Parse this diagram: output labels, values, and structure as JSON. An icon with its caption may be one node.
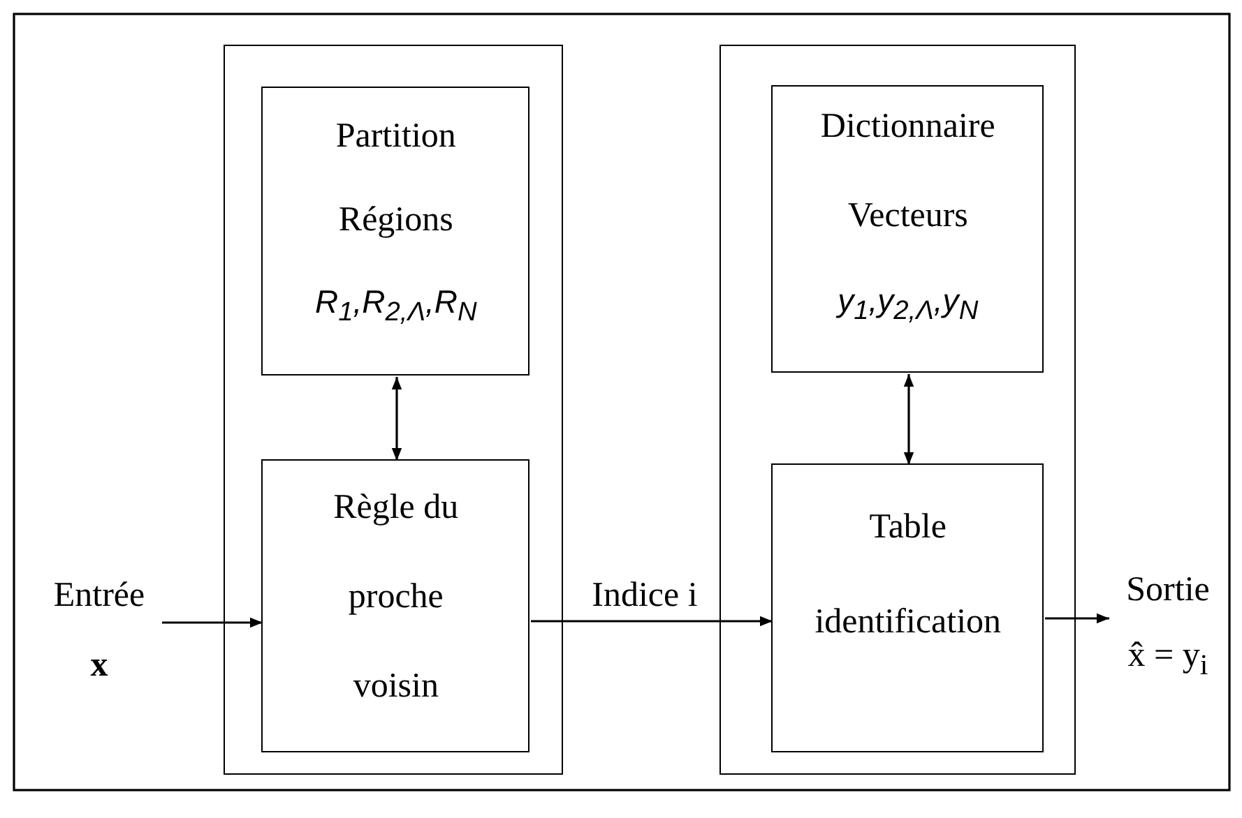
{
  "diagram": {
    "nodes": [
      {
        "text": [],
        "shape": "box"
      },
      {
        "text": [
          "Partition",
          "Régions",
          "R$_{1}$,R$_{2,Λ}$,R$_{N}$"
        ],
        "in": 0
      },
      {
        "text": [
          "Règle du proche voisin"
        ],
        "in": 0
      },
      {
        "text": [],
        "shape": "box"
      },
      {
        "text": [
          "Dictionnaire",
          "Vecteurs",
          "y$_{1}$,y$_{2,Λ}$,y$_{N}$"
        ],
        "in": 3
      },
      {
        "text": [
          "Table",
          "identification"
        ],
        "in": 3
      },
      {
        "text": [
          "Entrée",
          "x"
        ]
      },
      {
        "text": [
          "Sortie",
          "x̂ = y$_{i}$"
        ]
      }
    ],
    "edges": [
      {
        "from": 6,
        "to": 2,
        "arrow": "to"
      },
      {
        "from": 1,
        "to": 2,
        "arrow": "both"
      },
      {
        "from": 2,
        "to": 5,
        "arrow": "to",
        "label": "Indice i"
      },
      {
        "from": 4,
        "to": 5,
        "arrow": "both"
      },
      {
        "from": 5,
        "to": 7,
        "arrow": "to"
      }
    ]
  }
}
